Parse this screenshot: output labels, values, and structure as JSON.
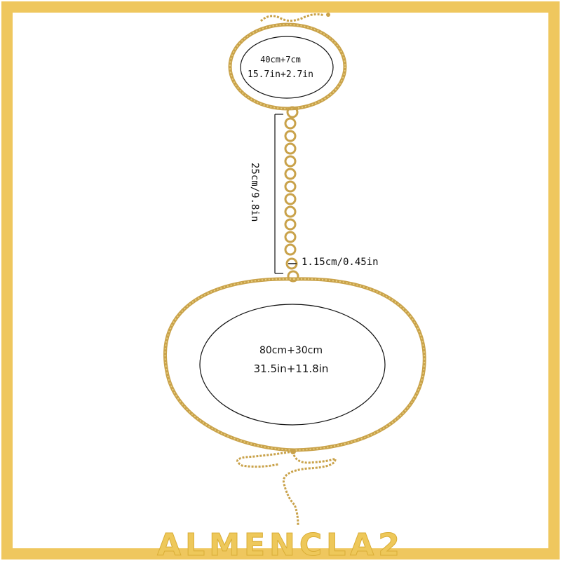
{
  "colors": {
    "frame": "#efc75e",
    "chain": "#c9a24a",
    "chain_light": "#e7cd7e",
    "ink": "#111111"
  },
  "neck_chain": {
    "size_cm": "40cm+7cm",
    "size_in": "15.7in+2.7in"
  },
  "drop_chain": {
    "length": "25cm/9.8in",
    "link": "1.15cm/0.45in"
  },
  "waist_chain": {
    "size_cm": "80cm+30cm",
    "size_in": "31.5in+11.8in"
  },
  "brand": {
    "watermark": "ALMENCLA2"
  }
}
